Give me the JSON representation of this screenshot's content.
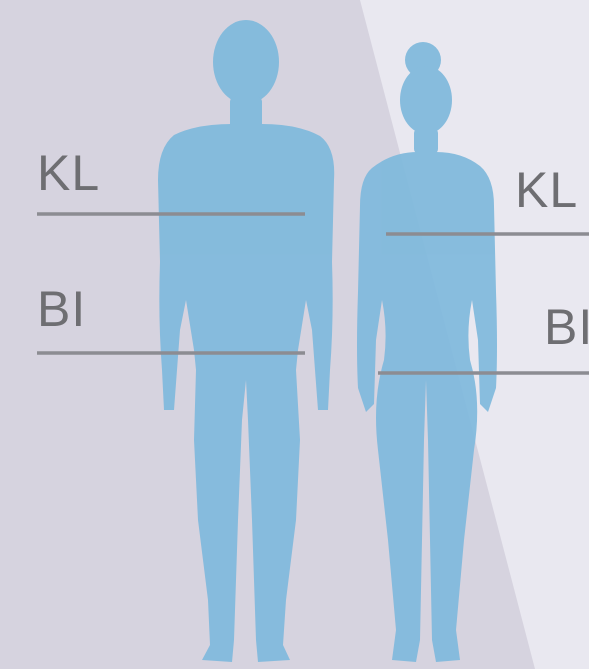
{
  "diagram": {
    "male": {
      "label_top": "KL",
      "label_bottom": "BI"
    },
    "female": {
      "label_top": "KL",
      "label_bottom": "BI"
    }
  },
  "colors": {
    "background_left": "#d6d3df",
    "background_right": "#e9e8f0",
    "figure": "#7fb9dc",
    "line": "#8c8c92",
    "label_text": "#6e6e72"
  }
}
